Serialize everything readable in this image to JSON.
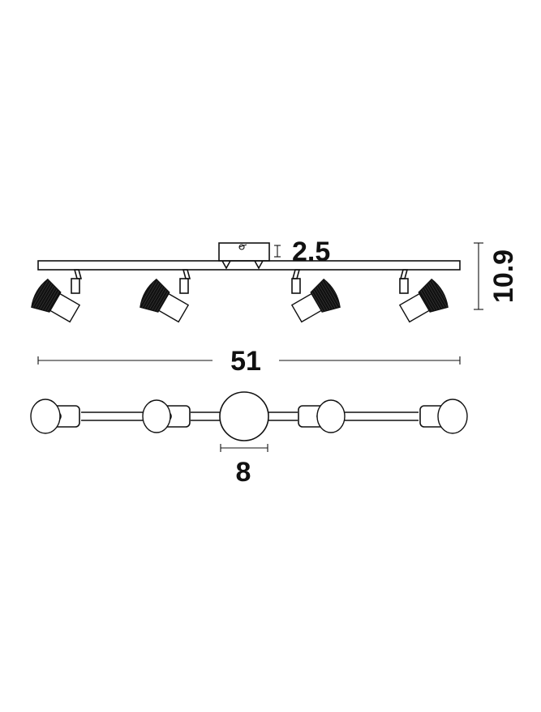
{
  "dimensions": {
    "base_height": "2.5",
    "total_height": "10.9",
    "total_length": "51",
    "base_diameter": "8"
  },
  "colors": {
    "line": "#111111",
    "background": "#ffffff"
  }
}
